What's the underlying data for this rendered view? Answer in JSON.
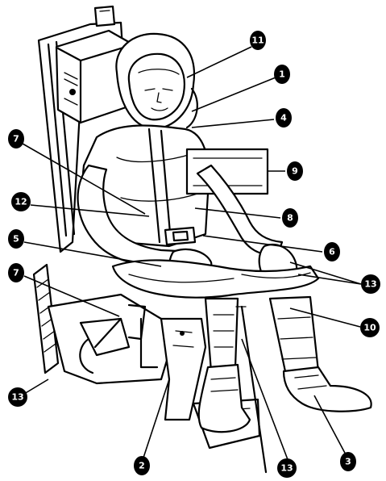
{
  "callouts": [
    {
      "id": "c11",
      "text": "11"
    },
    {
      "id": "c1",
      "text": "1"
    },
    {
      "id": "c4",
      "text": "4"
    },
    {
      "id": "c7a",
      "text": "7"
    },
    {
      "id": "c9",
      "text": "9"
    },
    {
      "id": "c12",
      "text": "12"
    },
    {
      "id": "c8",
      "text": "8"
    },
    {
      "id": "c5",
      "text": "5"
    },
    {
      "id": "c6",
      "text": "6"
    },
    {
      "id": "c7b",
      "text": "7"
    },
    {
      "id": "c13a",
      "text": "13"
    },
    {
      "id": "c10",
      "text": "10"
    },
    {
      "id": "c13b",
      "text": "13"
    },
    {
      "id": "c2",
      "text": "2"
    },
    {
      "id": "c13c",
      "text": "13"
    },
    {
      "id": "c3",
      "text": "3"
    }
  ],
  "colors": {
    "ink": "#000000",
    "paper": "#ffffff"
  }
}
